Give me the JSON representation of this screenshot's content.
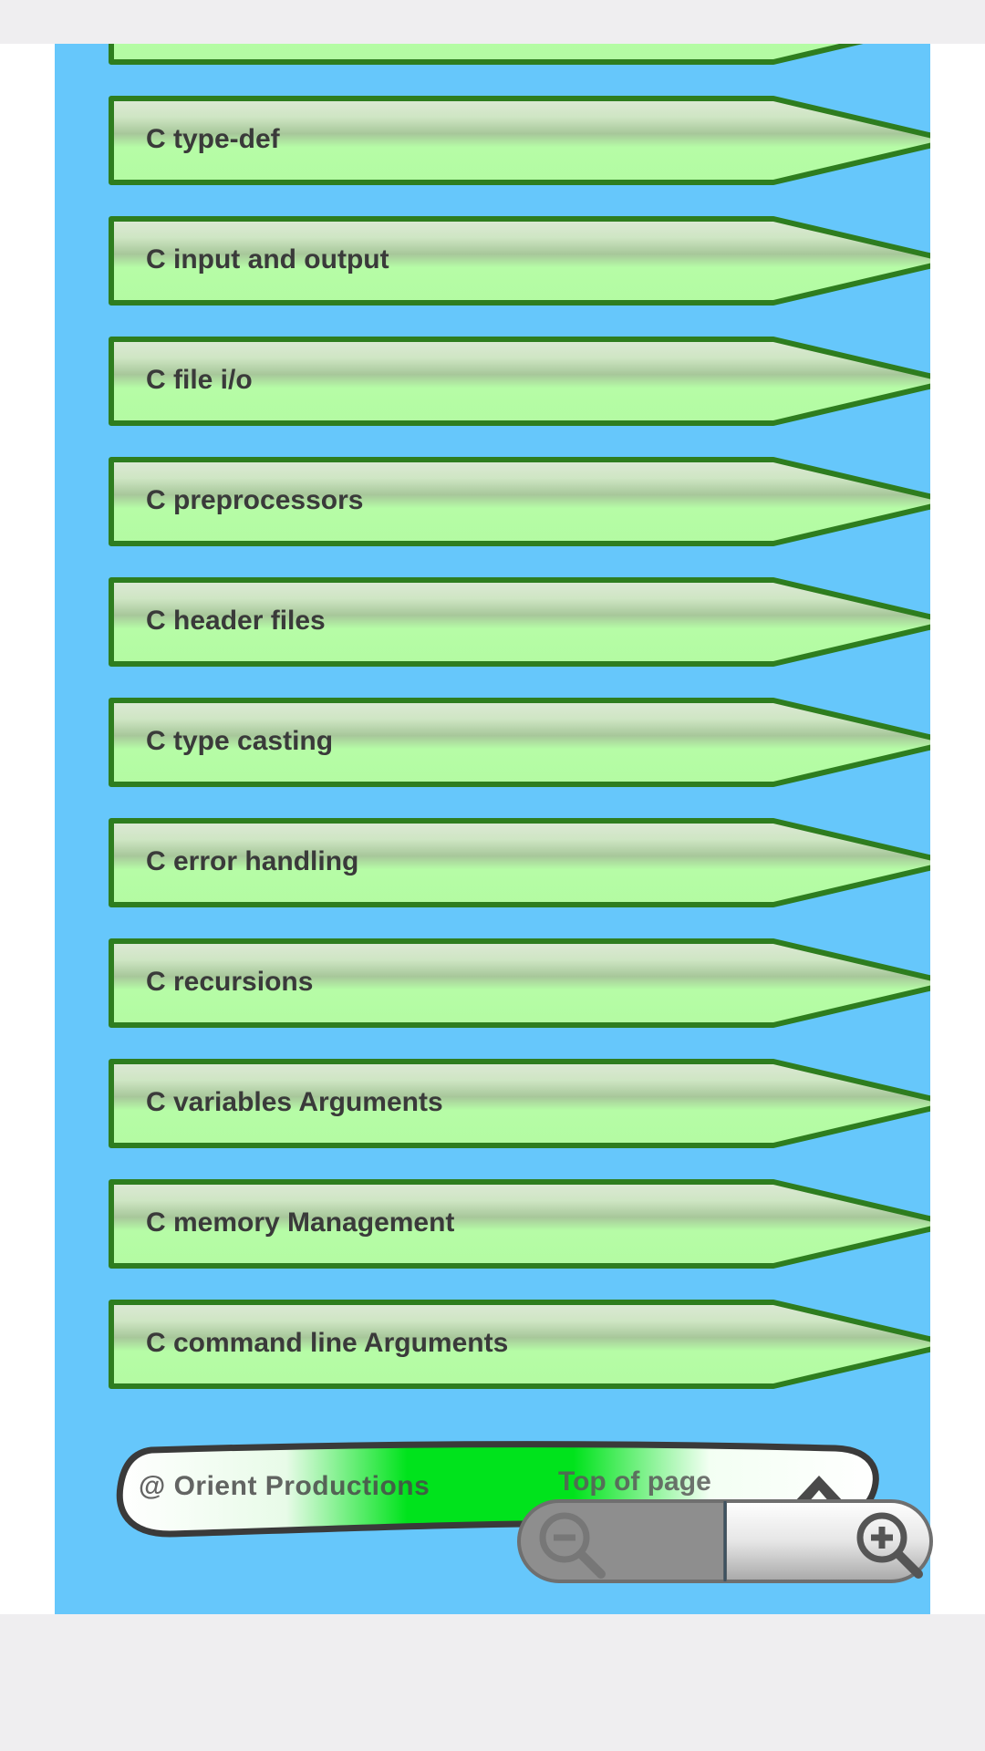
{
  "menu_items": [
    {
      "label": ""
    },
    {
      "label": "C type-def"
    },
    {
      "label": "C input and output"
    },
    {
      "label": "C file i/o"
    },
    {
      "label": "C preprocessors"
    },
    {
      "label": "C header files"
    },
    {
      "label": "C type casting"
    },
    {
      "label": "C error handling"
    },
    {
      "label": "C recursions"
    },
    {
      "label": "C variables Arguments"
    },
    {
      "label": "C memory Management"
    },
    {
      "label": "C command line Arguments"
    }
  ],
  "footer": {
    "credit": "@ Orient Productions",
    "top_link": "Top of page",
    "arrow_icon": "chevron-up-icon"
  },
  "zoom_controls": {
    "zoom_out_icon": "zoom-out-icon",
    "zoom_in_icon": "zoom-in-icon"
  },
  "colors": {
    "page_background": "#66c7fb",
    "item_fill": "#b4fba4",
    "item_border": "#2e7d1f",
    "text": "#3a3a3a",
    "footer_green": "#00e31c"
  }
}
